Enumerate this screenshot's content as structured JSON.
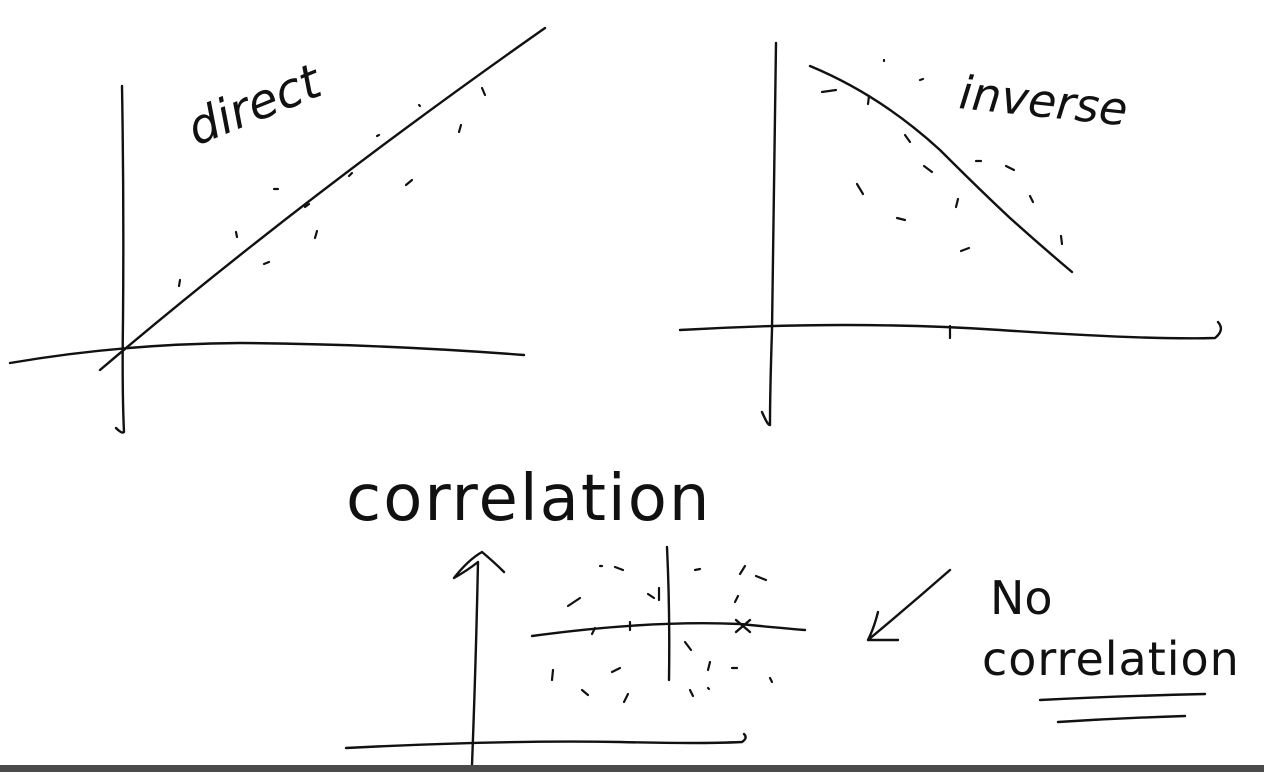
{
  "canvas": {
    "background": "#ffffff",
    "ink": "#111111"
  },
  "labels": {
    "direct": "direct",
    "inverse": "inverse",
    "correlation": "correlation",
    "no_correlation_line1": "No",
    "no_correlation_line2": "correlation"
  },
  "status_bar_color": "#4a4a4a"
}
